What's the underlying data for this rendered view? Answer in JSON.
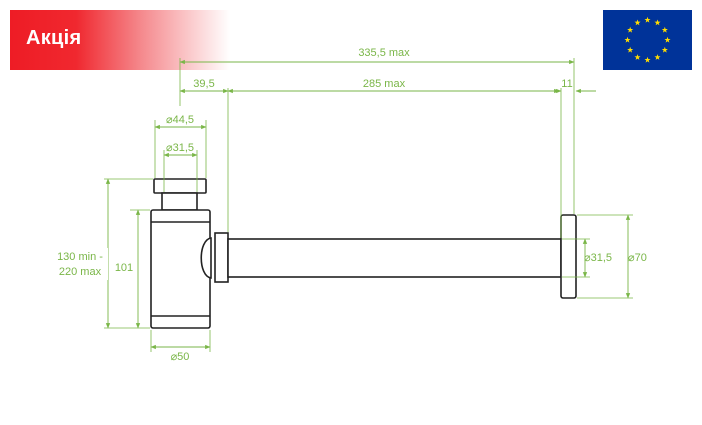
{
  "badge": {
    "label": "Акція",
    "color": "#ee1c25"
  },
  "eu_flag": {
    "icon": "eu-flag-icon",
    "background": "#003399",
    "star_color": "#ffdd00",
    "star_count": 12
  },
  "dimension_color": "#7ab648",
  "dimensions": {
    "total_length": "335,5 max",
    "inlet_offset": "39,5",
    "tube_length": "285 max",
    "flange_thickness": "11",
    "top_outer_diameter": "⌀44,5",
    "top_inner_diameter": "⌀31,5",
    "height_range_line1": "130 min -",
    "height_range_line2": "220 max",
    "body_height": "101",
    "body_diameter": "⌀50",
    "outlet_diameter": "⌀31,5",
    "flange_diameter": "⌀70"
  }
}
